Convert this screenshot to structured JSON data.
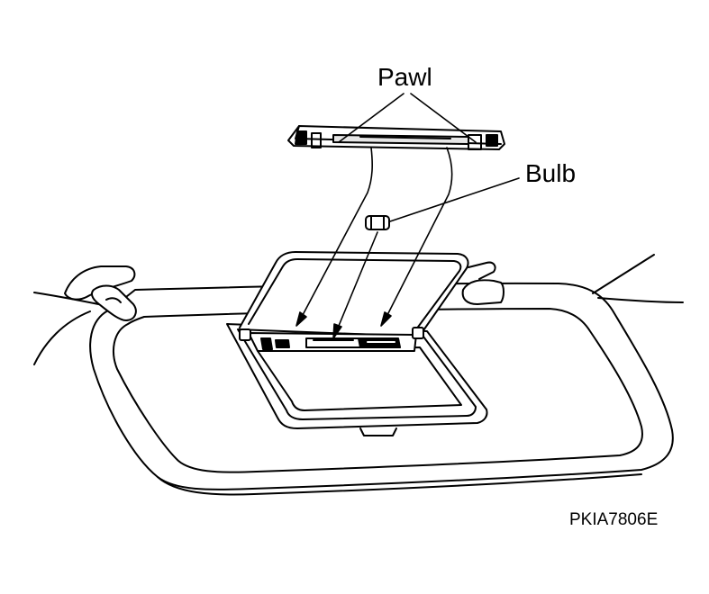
{
  "labels": {
    "pawl": "Pawl",
    "bulb": "Bulb"
  },
  "figure_code": "PKIA7806E",
  "colors": {
    "ink": "#000000",
    "background": "#ffffff",
    "lens_shading": "#e6e6e6"
  }
}
